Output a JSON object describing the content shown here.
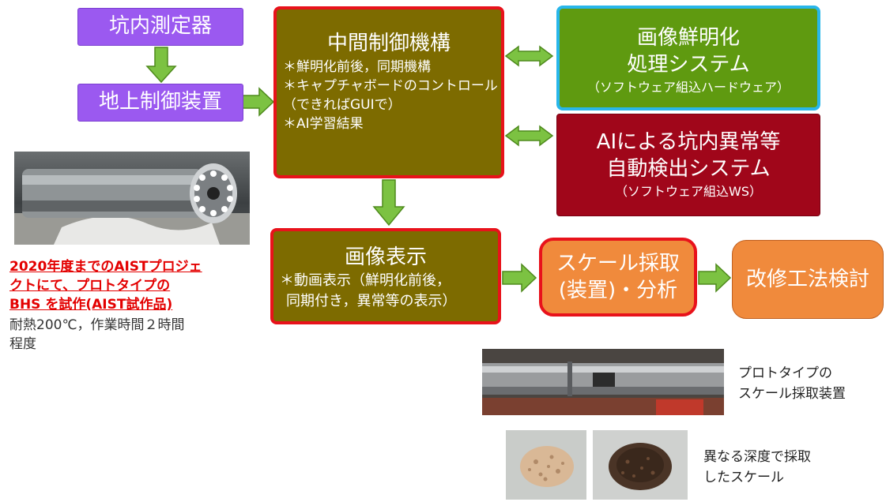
{
  "nodes": {
    "downhole": "坑内測定器",
    "surface": "地上制御装置",
    "middle": {
      "title": "中間制御機構",
      "lines": [
        "＊鮮明化前後，同期機構",
        "＊キャプチャボードのコントロール",
        "（できればGUIで）",
        "＊AI学習結果"
      ]
    },
    "sharpen": {
      "title1": "画像鮮明化",
      "title2": "処理システム",
      "sub": "（ソフトウェア組込ハードウェア）"
    },
    "ai": {
      "title1": "AIによる坑内異常等",
      "title2": "自動検出システム",
      "sub": "（ソフトウェア組込WS）"
    },
    "display": {
      "title": "画像表示",
      "lines": [
        "＊動画表示（鮮明化前後，",
        "同期付き，異常等の表示）"
      ]
    },
    "scale": {
      "line1": "スケール採取",
      "line2": "(装置)・分析"
    },
    "repair": "改修工法検討"
  },
  "notes": {
    "red_lines": [
      "2020年度までのAISTプロジェ",
      "クトにて、プロトタイプの",
      "BHS を試作(AIST試作品)"
    ],
    "spec_lines": [
      "耐熱200℃，作業時間２時間",
      "程度"
    ],
    "proto_caption": [
      "プロトタイプの",
      "スケール採取装置"
    ],
    "sample_caption": [
      "異なる深度で採取",
      "したスケール"
    ]
  },
  "colors": {
    "purple": "#9b59f0",
    "olive": "#7d6b00",
    "green": "#5f9a10",
    "dark_red": "#a0061a",
    "orange": "#f08a3c",
    "arrow_green": "#7cc242",
    "outline_red": "#e8121b",
    "outline_blue": "#28b6ea"
  }
}
